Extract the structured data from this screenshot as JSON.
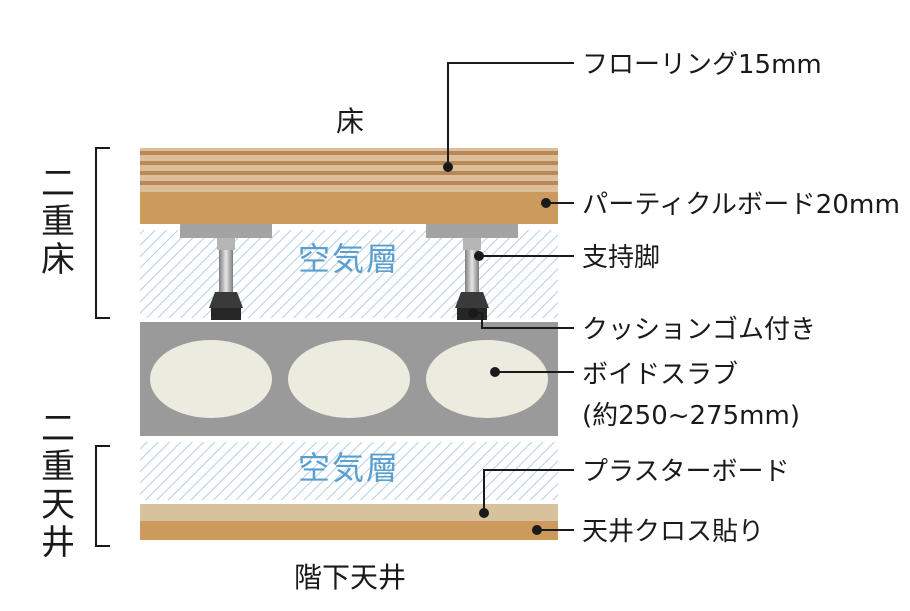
{
  "titles": {
    "top": "床",
    "bottom": "階下天井"
  },
  "brackets": {
    "double_floor": [
      "二",
      "重",
      "床"
    ],
    "double_ceiling": [
      "二",
      "重",
      "天",
      "井"
    ]
  },
  "air_layer": {
    "upper": "空気層",
    "lower": "空気層"
  },
  "labels": {
    "flooring": "フローリング15mm",
    "particle_board": "パーティクルボード20mm",
    "support_leg": "支持脚",
    "cushion_rubber": "クッションゴム付き",
    "void_slab": "ボイドスラブ",
    "void_slab_thickness": "(約250~275mm)",
    "plaster_board": "プラスターボード",
    "ceiling_cloth": "天井クロス貼り"
  },
  "colors": {
    "flooring_light": "#dcbf98",
    "flooring_dark": "#b8875a",
    "particle_board": "#cc9a5c",
    "slab": "#9a9a9a",
    "void": "#ebebdf",
    "air_hatch": "#a9c8e0",
    "air_text": "#5b9fd0",
    "plaster": "#d8c29e",
    "ceiling_cloth": "#cc9a5c",
    "support_pad": "#a3a3a3",
    "rubber": "#2e2e2e"
  }
}
